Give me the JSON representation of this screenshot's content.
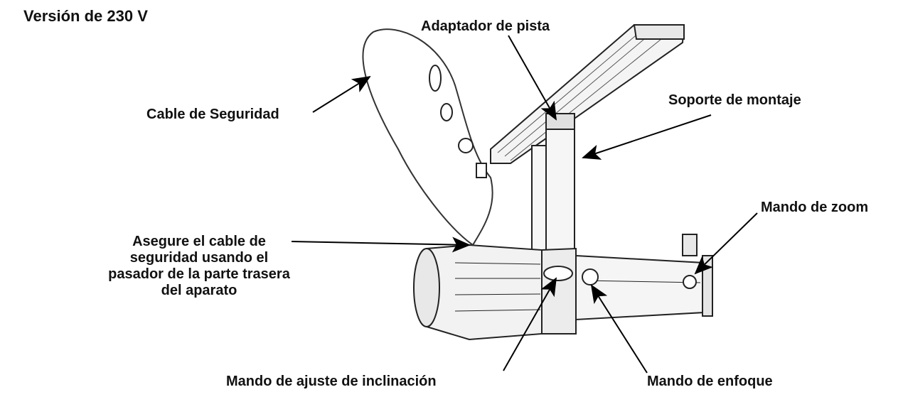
{
  "title": "Versión de 230 V",
  "labels": {
    "adaptador": "Adaptador de pista",
    "cable": "Cable de Seguridad",
    "soporte": "Soporte de montaje",
    "zoom": "Mando de zoom",
    "asegure": "Asegure el cable de seguridad usando el pasador de la parte trasera del aparato",
    "inclinacion": "Mando de ajuste de inclinación",
    "enfoque": "Mando de enfoque"
  }
}
